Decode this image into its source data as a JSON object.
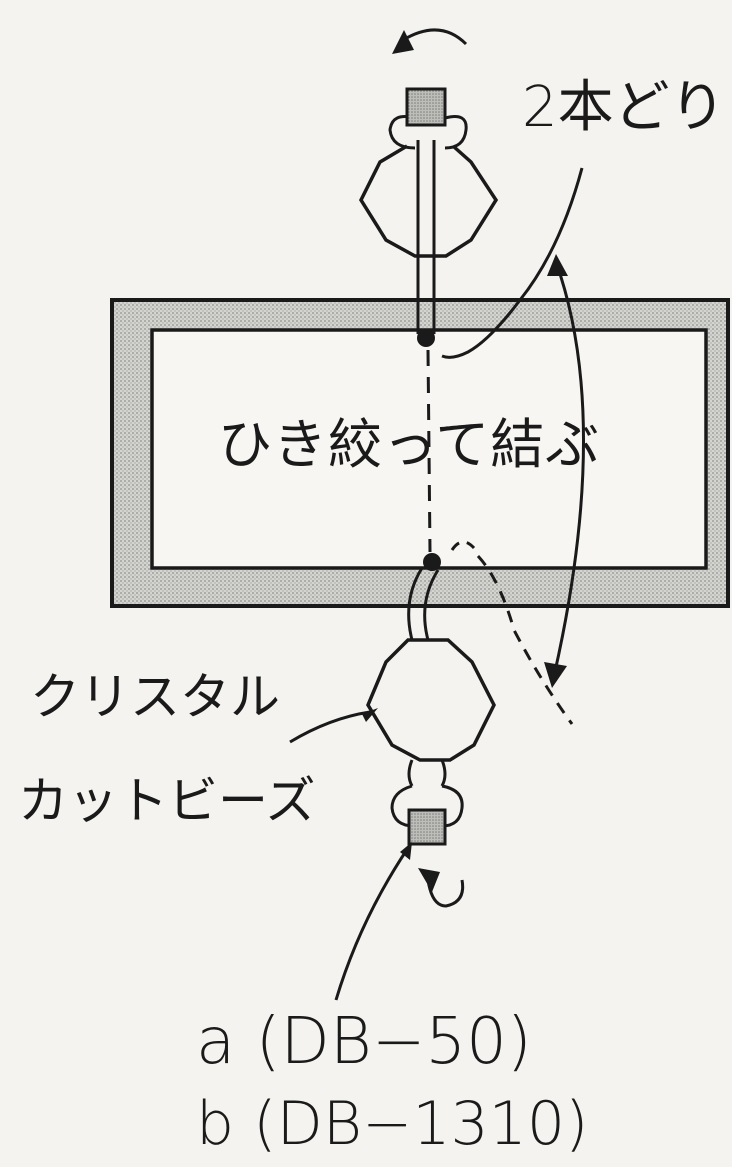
{
  "labels": {
    "two_strand": "2本どり",
    "center_instruction": "ひき絞って結ぶ",
    "crystal_line1": "クリスタル",
    "crystal_line2": "カットビーズ",
    "bead_a": "a (DB−50)",
    "bead_b": "b (DB−1310)"
  },
  "colors": {
    "ink": "#1a1a1a",
    "frame_fill": "#c9c9c5",
    "background": "#f4f3f0",
    "bead_fill": "#b9b9b5"
  }
}
